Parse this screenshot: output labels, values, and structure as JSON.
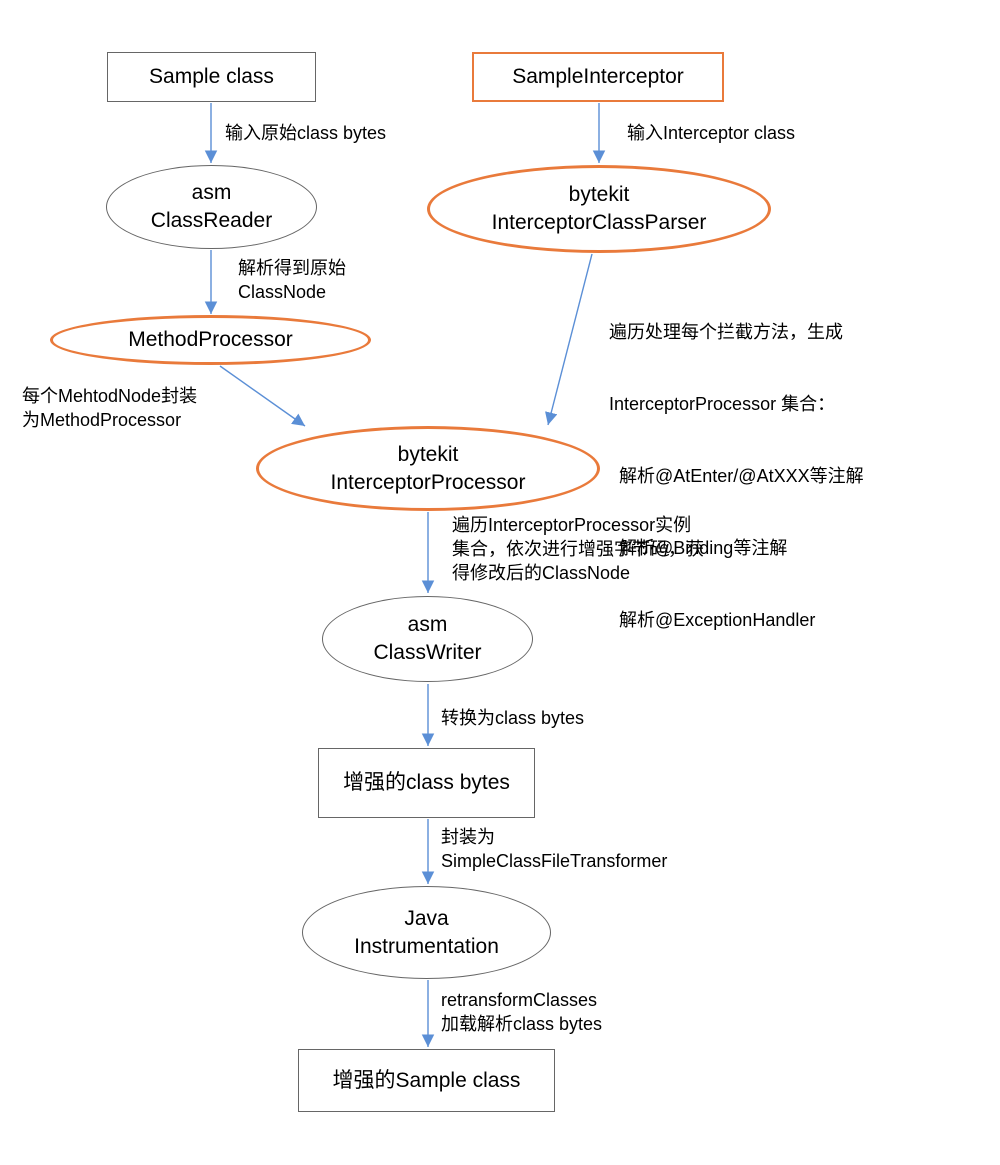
{
  "nodes": {
    "sample_class": "Sample class",
    "sample_interceptor": "SampleInterceptor",
    "class_reader": [
      "asm",
      "ClassReader"
    ],
    "interceptor_class_parser": [
      "bytekit",
      "InterceptorClassParser"
    ],
    "method_processor": "MethodProcessor",
    "interceptor_processor": [
      "bytekit",
      "InterceptorProcessor"
    ],
    "class_writer": [
      "asm",
      "ClassWriter"
    ],
    "enhanced_bytes": "增强的class bytes",
    "instrumentation": [
      "Java",
      "Instrumentation"
    ],
    "enhanced_sample": "增强的Sample class"
  },
  "edges": {
    "input_raw": "输入原始class bytes",
    "input_interceptor": "输入Interceptor class",
    "parse_node": [
      "解析得到原始",
      "ClassNode"
    ],
    "traverse_methods": [
      "遍历处理每个拦截方法，生成",
      "InterceptorProcessor 集合：",
      "  解析@AtEnter/@AtXXX等注解",
      "  解析@Binding等注解",
      "  解析@ExceptionHandler"
    ],
    "wrap_method": [
      "每个MehtodNode封装",
      "为MethodProcessor"
    ],
    "traverse_processors": [
      "遍历InterceptorProcessor实例",
      "集合，依次进行增强字节码，获",
      "得修改后的ClassNode"
    ],
    "convert": "转换为class bytes",
    "wrap_transformer": [
      "封装为",
      "SimpleClassFileTransformer"
    ],
    "retransform": [
      "retransformClasses",
      "加载解析class bytes"
    ]
  },
  "colors": {
    "arrow": "#5b8fd6",
    "highlight": "#e97a3b",
    "border": "#666666"
  }
}
